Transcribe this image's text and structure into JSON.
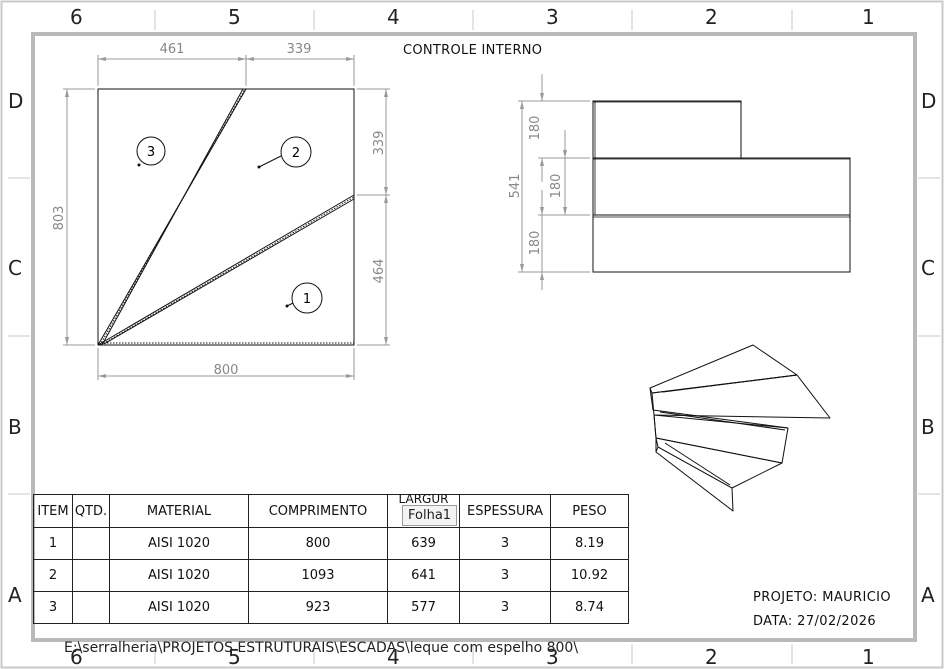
{
  "zones": {
    "top": [
      "6",
      "5",
      "4",
      "3",
      "2",
      "1"
    ],
    "bottom": [
      "6",
      "5",
      "4",
      "3",
      "2",
      "1"
    ],
    "left": [
      "D",
      "C",
      "B",
      "A"
    ],
    "right": [
      "D",
      "C",
      "B",
      "A"
    ]
  },
  "title": "CONTROLE INTERNO",
  "front_view": {
    "dims": {
      "top_left": "461",
      "top_right": "339",
      "left": "803",
      "right_top": "339",
      "right_bottom": "464",
      "bottom": "800"
    },
    "balloons": [
      "3",
      "2",
      "1"
    ]
  },
  "side_view": {
    "dims": {
      "overall": "541",
      "step1": "180",
      "step2": "180",
      "step3": "180"
    }
  },
  "bom": {
    "headers": [
      "ITEM",
      "QTD.",
      "MATERIAL",
      "COMPRIMENTO",
      "LARGUR",
      "ESPESSURA",
      "PESO"
    ],
    "rows": [
      [
        "1",
        "",
        "AISI 1020",
        "800",
        "639",
        "3",
        "8.19"
      ],
      [
        "2",
        "",
        "AISI 1020",
        "1093",
        "641",
        "3",
        "10.92"
      ],
      [
        "3",
        "",
        "AISI 1020",
        "923",
        "577",
        "3",
        "8.74"
      ]
    ]
  },
  "tooltip": "Folha1",
  "project": "PROJETO: MAURICIO",
  "date": "DATA: 27/02/2026",
  "file_path": "E:\\serralheria\\PROJETOS ESTRUTURAIS\\ESCADAS\\leque com espelho 800\\"
}
